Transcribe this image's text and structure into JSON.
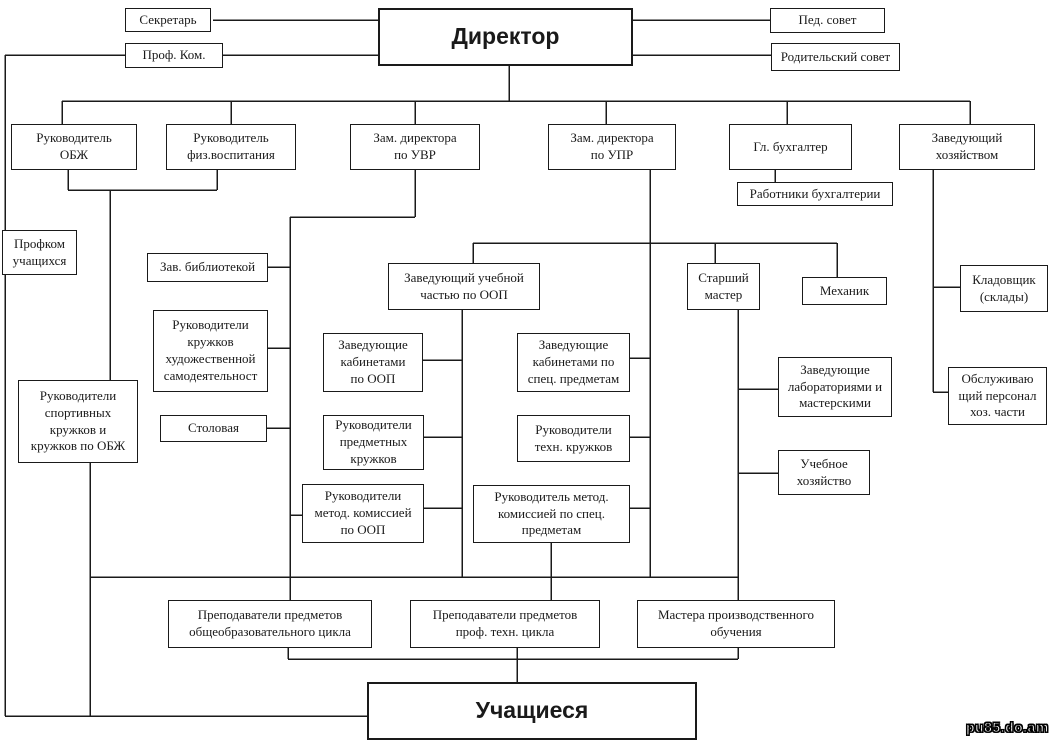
{
  "nodes": {
    "secretary": {
      "label": "Секретарь"
    },
    "prof_kom": {
      "label": "Проф. Ком."
    },
    "director": {
      "label": "Директор"
    },
    "ped_sovet": {
      "label": "Пед. совет"
    },
    "rod_sovet": {
      "label": "Родительский совет"
    },
    "ruk_obzh": {
      "label": "Руководитель\nОБЖ"
    },
    "ruk_fiz": {
      "label": "Руководитель\nфиз.воспитания"
    },
    "zam_uvr": {
      "label": "Зам. директора\nпо УВР"
    },
    "zam_upr": {
      "label": "Зам. директора\nпо УПР"
    },
    "gl_buh": {
      "label": "Гл. бухгалтер"
    },
    "zav_hoz": {
      "label": "Заведующий\nхозяйством"
    },
    "rab_buh": {
      "label": "Работники бухгалтерии"
    },
    "profkom_uch": {
      "label": "Профком\nучащихся"
    },
    "zav_bib": {
      "label": "Зав. библиотекой"
    },
    "ruk_hud": {
      "label": "Руководители\nкружков\nхудожественной\nсамодеятельност"
    },
    "ruk_sport": {
      "label": "Руководители\nспортивных\nкружков и\nкружков по ОБЖ"
    },
    "stolovaya": {
      "label": "Столовая"
    },
    "zav_uch": {
      "label": "Заведующий учебной\nчастью по ООП"
    },
    "zav_kab_oop": {
      "label": "Заведующие\nкабинетами\nпо ООП"
    },
    "ruk_predm": {
      "label": "Руководители\nпредметных\nкружков"
    },
    "ruk_metod_oop": {
      "label": "Руководители\nметод. комиссией\nпо ООП"
    },
    "zav_kab_spec": {
      "label": "Заведующие\nкабинетами по\nспец. предметам"
    },
    "ruk_tehn": {
      "label": "Руководители\nтехн. кружков"
    },
    "ruk_metod_spec": {
      "label": "Руководитель метод.\nкомиссией по спец.\nпредметам"
    },
    "star_master": {
      "label": "Старший\nмастер"
    },
    "mehanik": {
      "label": "Механик"
    },
    "zav_lab": {
      "label": "Заведующие\nлабораториями и\nмастерскими"
    },
    "ucheb_hoz": {
      "label": "Учебное\nхозяйство"
    },
    "kladovshik": {
      "label": "Кладовщик\n(склады)"
    },
    "obsluzh": {
      "label": "Обслуживаю\nщий персонал\nхоз. части"
    },
    "prep_obsh": {
      "label": "Преподаватели предметов\nобщеобразовательного цикла"
    },
    "prep_prof": {
      "label": "Преподаватели предметов\nпроф. техн. цикла"
    },
    "mastera": {
      "label": "Мастера производственного\nобучения"
    },
    "uchashiesya": {
      "label": "Учащиеся"
    }
  },
  "edges": [
    [
      "director",
      "secretary"
    ],
    [
      "director",
      "prof_kom"
    ],
    [
      "director",
      "ped_sovet"
    ],
    [
      "director",
      "rod_sovet"
    ],
    [
      "director",
      "ruk_obzh"
    ],
    [
      "director",
      "ruk_fiz"
    ],
    [
      "director",
      "zam_uvr"
    ],
    [
      "director",
      "zam_upr"
    ],
    [
      "director",
      "gl_buh"
    ],
    [
      "director",
      "zav_hoz"
    ],
    [
      "gl_buh",
      "rab_buh"
    ],
    [
      "prof_kom",
      "profkom_uch"
    ],
    [
      "ruk_obzh",
      "ruk_sport"
    ],
    [
      "ruk_fiz",
      "ruk_sport"
    ],
    [
      "zam_uvr",
      "zav_bib"
    ],
    [
      "zam_uvr",
      "ruk_hud"
    ],
    [
      "zam_uvr",
      "stolovaya"
    ],
    [
      "zam_uvr",
      "ruk_metod_oop"
    ],
    [
      "zam_uvr",
      "prep_obsh"
    ],
    [
      "zam_upr",
      "zav_uch"
    ],
    [
      "zam_upr",
      "star_master"
    ],
    [
      "zam_upr",
      "mehanik"
    ],
    [
      "zav_uch",
      "zav_kab_oop"
    ],
    [
      "zav_uch",
      "ruk_predm"
    ],
    [
      "zav_uch",
      "ruk_metod_oop"
    ],
    [
      "zam_upr",
      "zav_kab_spec"
    ],
    [
      "zam_upr",
      "ruk_tehn"
    ],
    [
      "zam_upr",
      "ruk_metod_spec"
    ],
    [
      "ruk_metod_spec",
      "prep_prof"
    ],
    [
      "star_master",
      "zav_lab"
    ],
    [
      "star_master",
      "ucheb_hoz"
    ],
    [
      "star_master",
      "mastera"
    ],
    [
      "zav_hoz",
      "kladovshik"
    ],
    [
      "zav_hoz",
      "obsluzh"
    ],
    [
      "prep_obsh",
      "uchashiesya"
    ],
    [
      "prep_prof",
      "uchashiesya"
    ],
    [
      "mastera",
      "uchashiesya"
    ],
    [
      "ruk_sport",
      "uchashiesya"
    ],
    [
      "profkom_uch",
      "uchashiesya"
    ]
  ],
  "watermark": "pu85.do.am",
  "colors": {
    "background": "#ffffff",
    "line": "#1a1a1a",
    "text": "#1a1a1a"
  }
}
